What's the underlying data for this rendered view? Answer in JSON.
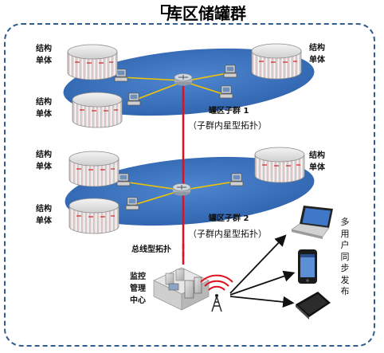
{
  "title": "库区储罐群",
  "unit_label_line1": "结构",
  "unit_label_line2": "单体",
  "group1": {
    "name": "罐区子群 1",
    "topology": "（子群内星型拓扑）"
  },
  "group2": {
    "name": "罐区子群 2",
    "topology": "（子群内星型拓扑）"
  },
  "bus_label": "总线型拓扑",
  "center_label_line1": "监控",
  "center_label_line2": "管理",
  "center_label_line3": "中心",
  "publish_label": "多用户同步发布",
  "colors": {
    "ellipse": "#3f74bf",
    "bus_line": "#e0101e",
    "link_line": "#f2c500",
    "frame": "#2f5c8f"
  },
  "icons": [
    "router-icon",
    "computer-icon",
    "storage-tank-icon",
    "laptop-icon",
    "smartphone-icon",
    "tablet-icon",
    "antenna-icon",
    "server-building-icon"
  ]
}
